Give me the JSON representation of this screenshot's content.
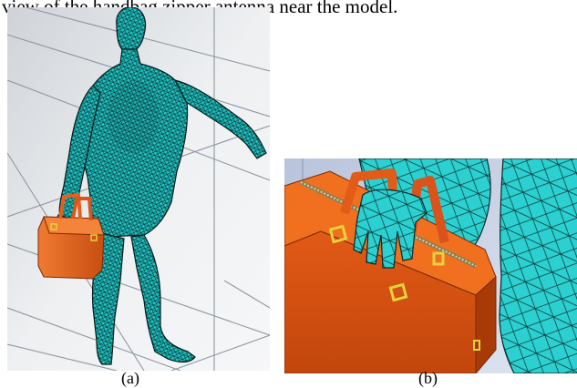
{
  "caption": {
    "text": "view of the handbag zipper antenna near the model."
  },
  "panels": {
    "a": {
      "label": "(a)"
    },
    "b": {
      "label": "(b)"
    }
  },
  "colors": {
    "mesh_fill": "#1fc7c7",
    "mesh_line": "#0a2a2a",
    "bag": "#e8601a",
    "bag_dark": "#b8440c",
    "bag_light": "#f7893a",
    "buckle": "#e6d23a",
    "zipper": "#a89a6a",
    "grid_line": "#9aa3ad",
    "background_a": "#e9ecef",
    "background_b": "#cfd8ec"
  }
}
